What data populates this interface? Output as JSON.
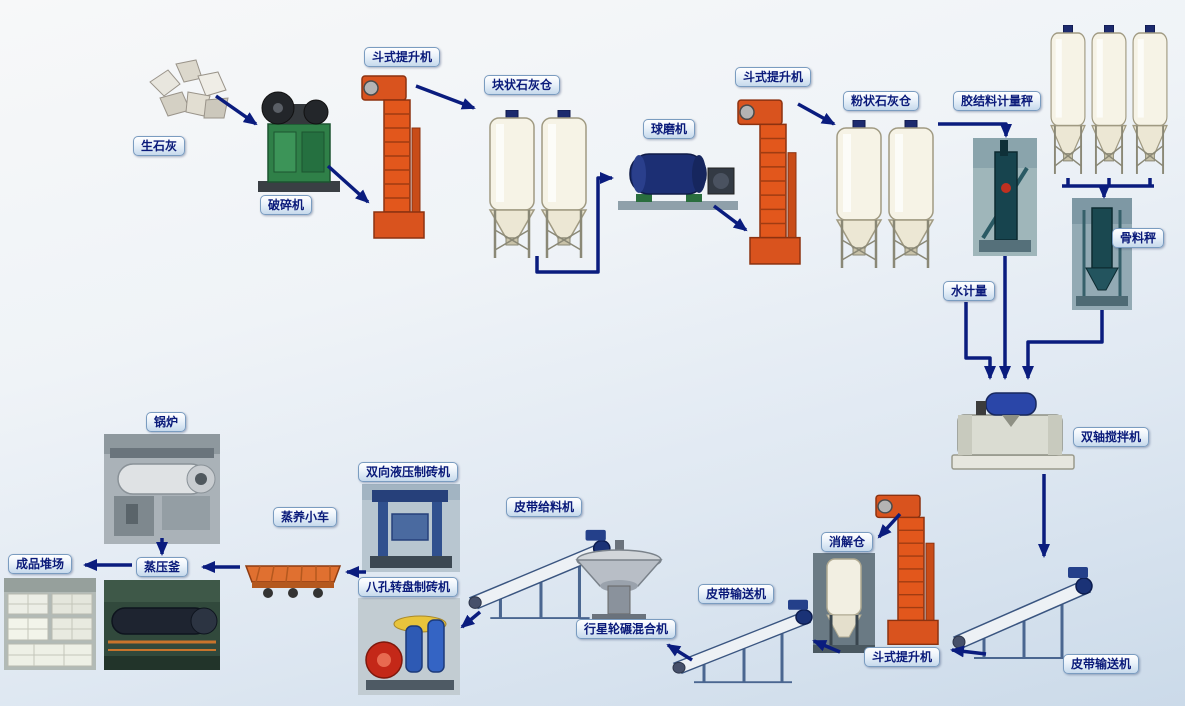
{
  "diagram": {
    "labels": {
      "quicklime": "生石灰",
      "crusher": "破碎机",
      "bucket_elevator_1": "斗式提升机",
      "lump_lime_silo": "块状石灰仓",
      "ball_mill": "球磨机",
      "bucket_elevator_2": "斗式提升机",
      "powder_lime_silo": "粉状石灰仓",
      "binder_scale": "胶结料计量秤",
      "aggregate_scale": "骨料秤",
      "water_meter": "水计量",
      "double_shaft_mixer": "双轴搅拌机",
      "digestion_silo": "消解仓",
      "bucket_elevator_3": "斗式提升机",
      "belt_conveyor_right": "皮带输送机",
      "belt_conveyor_mid": "皮带输送机",
      "belt_feeder": "皮带给料机",
      "planetary_mixer": "行星轮碾混合机",
      "hydraulic_press": "双向液压制砖机",
      "rotary_press": "八孔转盘制砖机",
      "steam_trolley": "蒸养小车",
      "autoclave": "蒸压釜",
      "boiler": "锅炉",
      "product_yard": "成品堆场"
    },
    "connections": [
      {
        "from": "quicklime",
        "to": "crusher"
      },
      {
        "from": "crusher",
        "to": "bucket_elevator_1"
      },
      {
        "from": "bucket_elevator_1",
        "to": "lump_lime_silo"
      },
      {
        "from": "lump_lime_silo",
        "to": "ball_mill"
      },
      {
        "from": "ball_mill",
        "to": "bucket_elevator_2"
      },
      {
        "from": "bucket_elevator_2",
        "to": "powder_lime_silo"
      },
      {
        "from": "powder_lime_silo",
        "to": "binder_scale"
      },
      {
        "from": "aggregate_silos",
        "to": "aggregate_scale"
      },
      {
        "from": "binder_scale",
        "to": "double_shaft_mixer"
      },
      {
        "from": "aggregate_scale",
        "to": "double_shaft_mixer"
      },
      {
        "from": "water_meter",
        "to": "double_shaft_mixer"
      },
      {
        "from": "double_shaft_mixer",
        "to": "belt_conveyor_right"
      },
      {
        "from": "belt_conveyor_right",
        "to": "bucket_elevator_3"
      },
      {
        "from": "bucket_elevator_3",
        "to": "digestion_silo"
      },
      {
        "from": "digestion_silo",
        "to": "belt_conveyor_mid"
      },
      {
        "from": "belt_conveyor_mid",
        "to": "planetary_mixer"
      },
      {
        "from": "belt_feeder",
        "to": "rotary_press"
      },
      {
        "from": "brick_presses",
        "to": "steam_trolley"
      },
      {
        "from": "steam_trolley",
        "to": "autoclave"
      },
      {
        "from": "boiler",
        "to": "autoclave"
      },
      {
        "from": "autoclave",
        "to": "product_yard"
      }
    ],
    "colors": {
      "arrow": "#0a1c7e",
      "label_text": "#0a1a7a",
      "label_border": "#7a9cc0",
      "elevator_orange": "#e2571c",
      "crusher_green": "#2f8048",
      "silo_cream": "#f6f3e6",
      "mixer_motor_blue": "#2a46a8",
      "background_top": "#f7f8f9",
      "background_bottom": "#cbdae9"
    }
  }
}
